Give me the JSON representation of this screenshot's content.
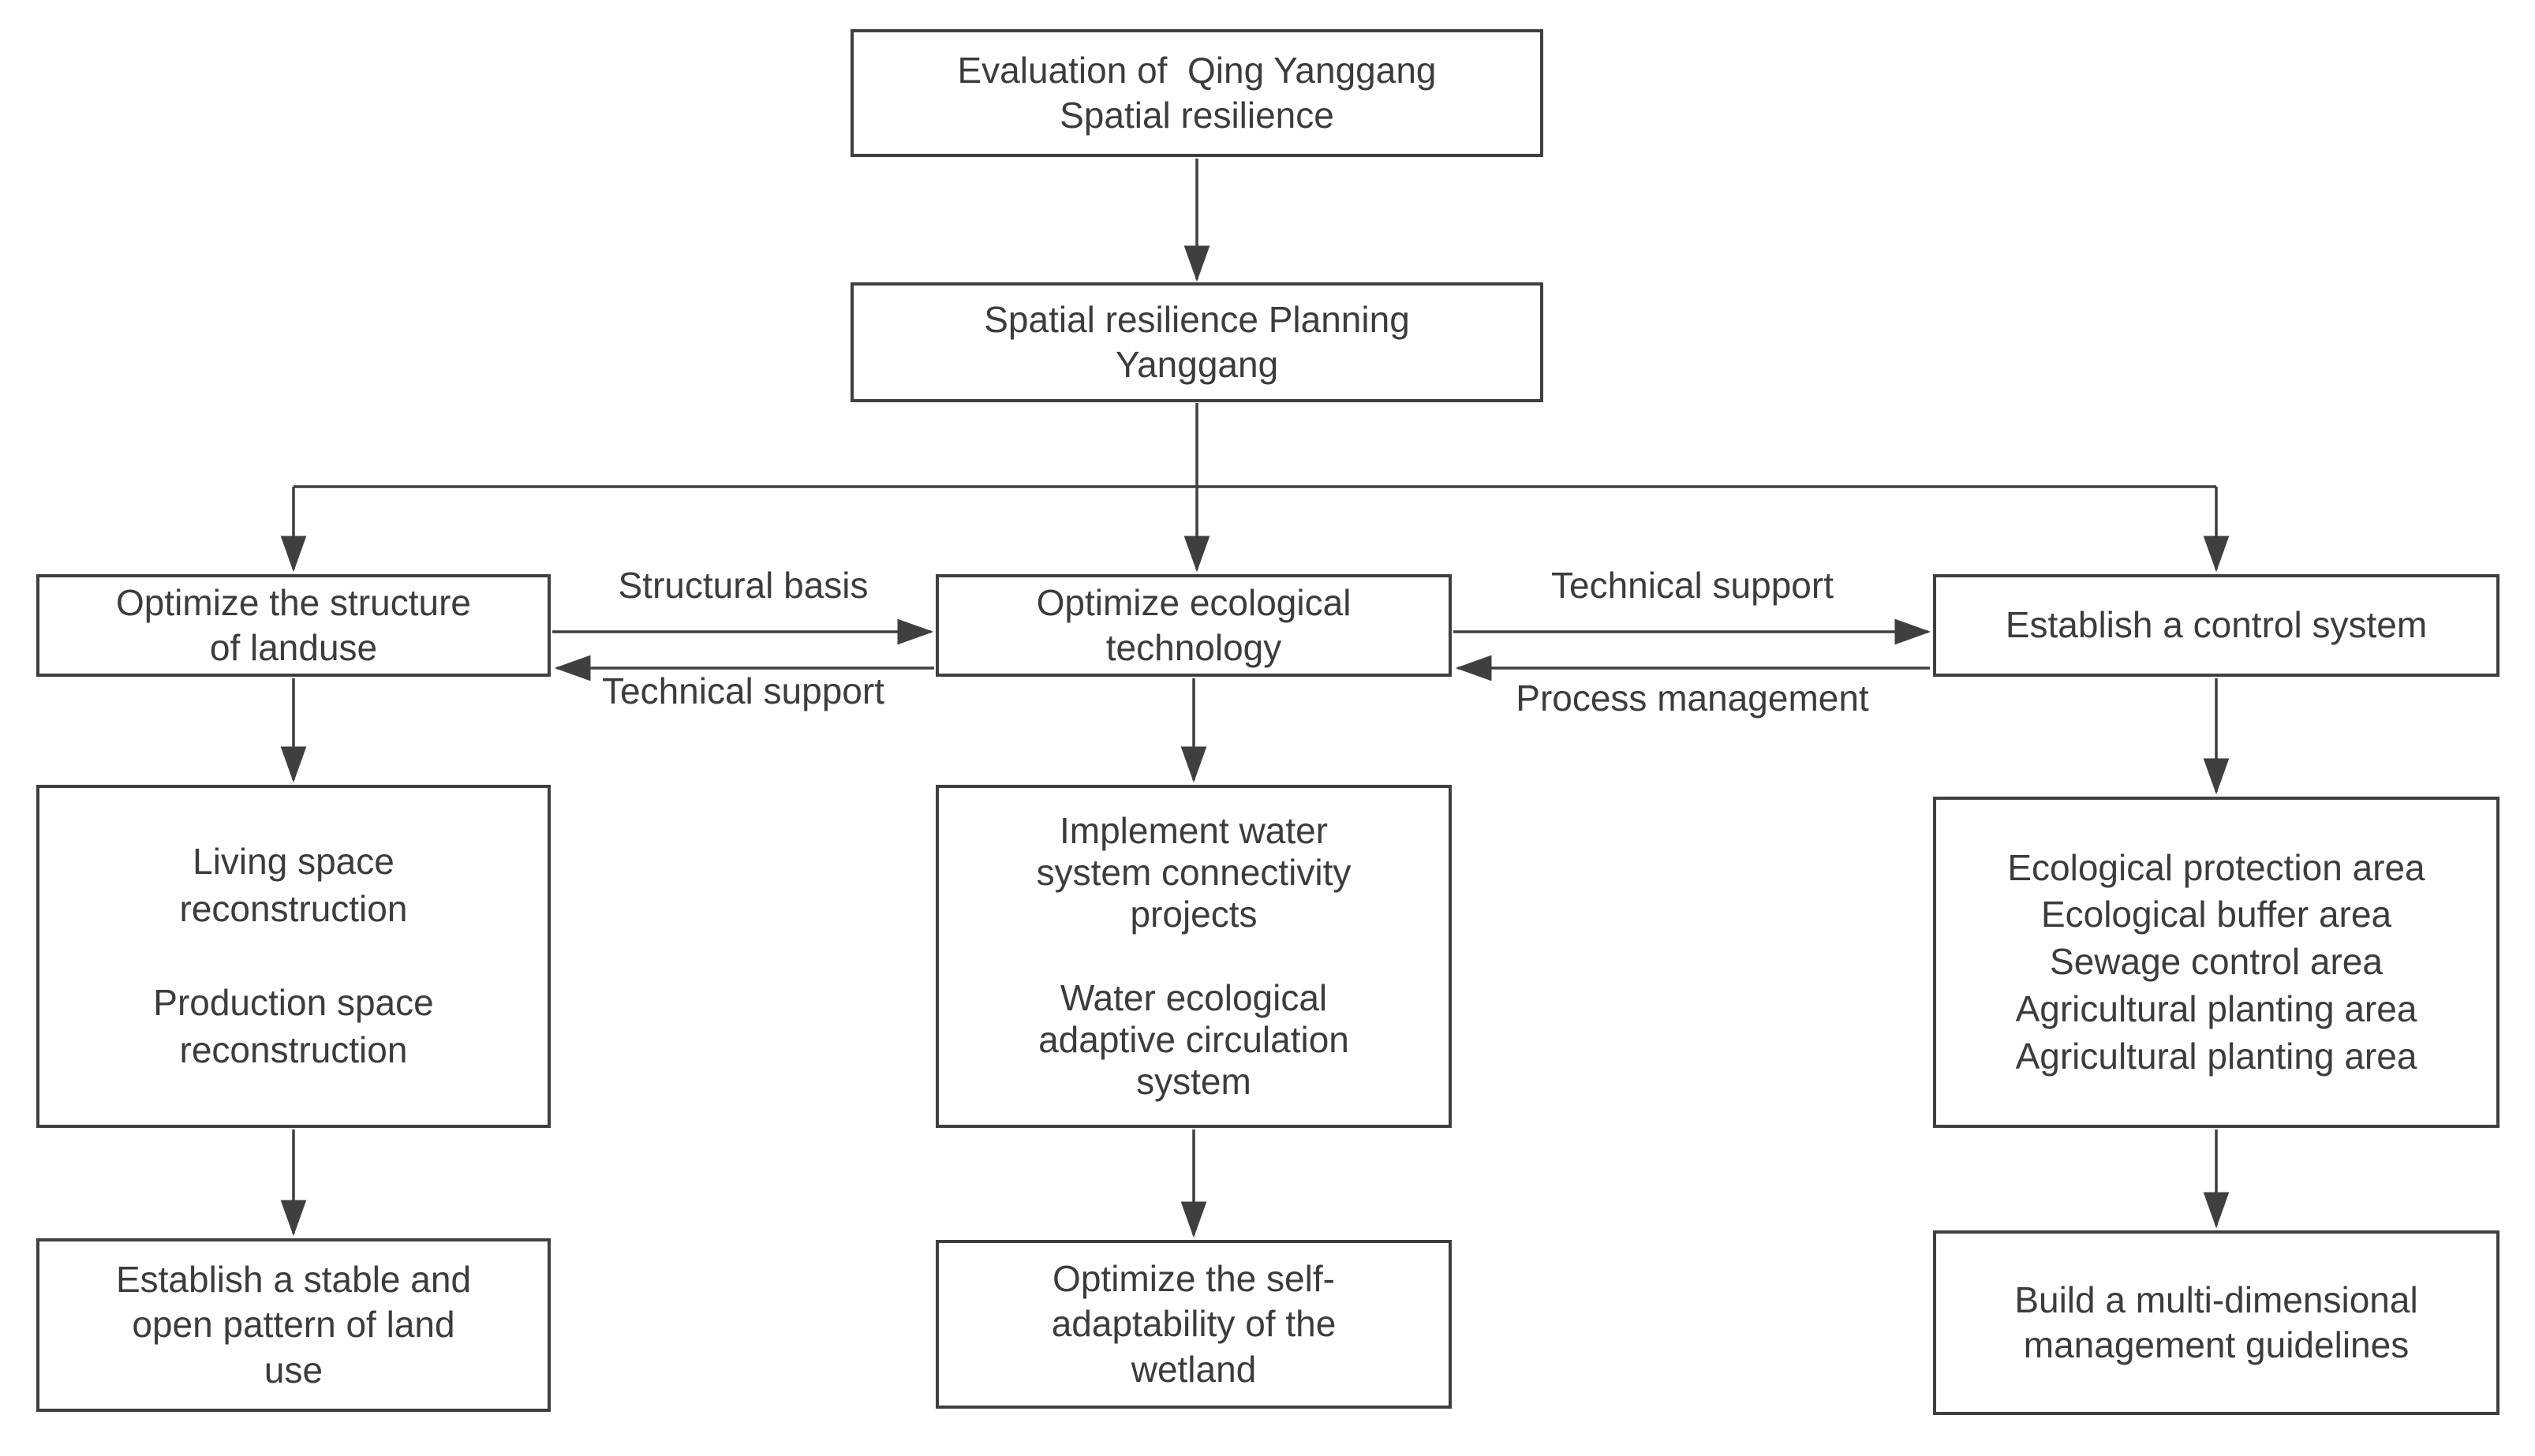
{
  "diagram": {
    "title": "Spatial resilience planning flowchart",
    "colors": {
      "background": "#ffffff",
      "line": "#3f3f3f",
      "text": "#3c3c3c"
    },
    "nodes": {
      "evaluation": {
        "text": "Evaluation of  Qing Yanggang\nSpatial resilience"
      },
      "planning": {
        "text": "Spatial resilience Planning\nYanggang"
      },
      "left_main": {
        "text": "Optimize the structure\nof landuse"
      },
      "mid_main": {
        "text": "Optimize ecological\ntechnology"
      },
      "right_main": {
        "text": "Establish a control system"
      },
      "left_detail": {
        "text": "Living space\nreconstruction\n\nProduction space\nreconstruction"
      },
      "mid_detail": {
        "text": "Implement water\nsystem connectivity\nprojects\n\nWater ecological\nadaptive circulation\nsystem"
      },
      "right_detail": {
        "text": "Ecological protection area\nEcological buffer area\nSewage control area\nAgricultural planting area\nAgricultural planting area"
      },
      "left_bottom": {
        "text": "Establish a stable and\nopen pattern of land\nuse"
      },
      "mid_bottom": {
        "text": "Optimize the self-\nadaptability of the\nwetland"
      },
      "right_bottom": {
        "text": "Build a multi-dimensional\nmanagement guidelines"
      }
    },
    "edge_labels": {
      "structural_basis": "Structural basis",
      "technical_support_left": "Technical support",
      "technical_support_right": "Technical support",
      "process_management": "Process management"
    }
  }
}
